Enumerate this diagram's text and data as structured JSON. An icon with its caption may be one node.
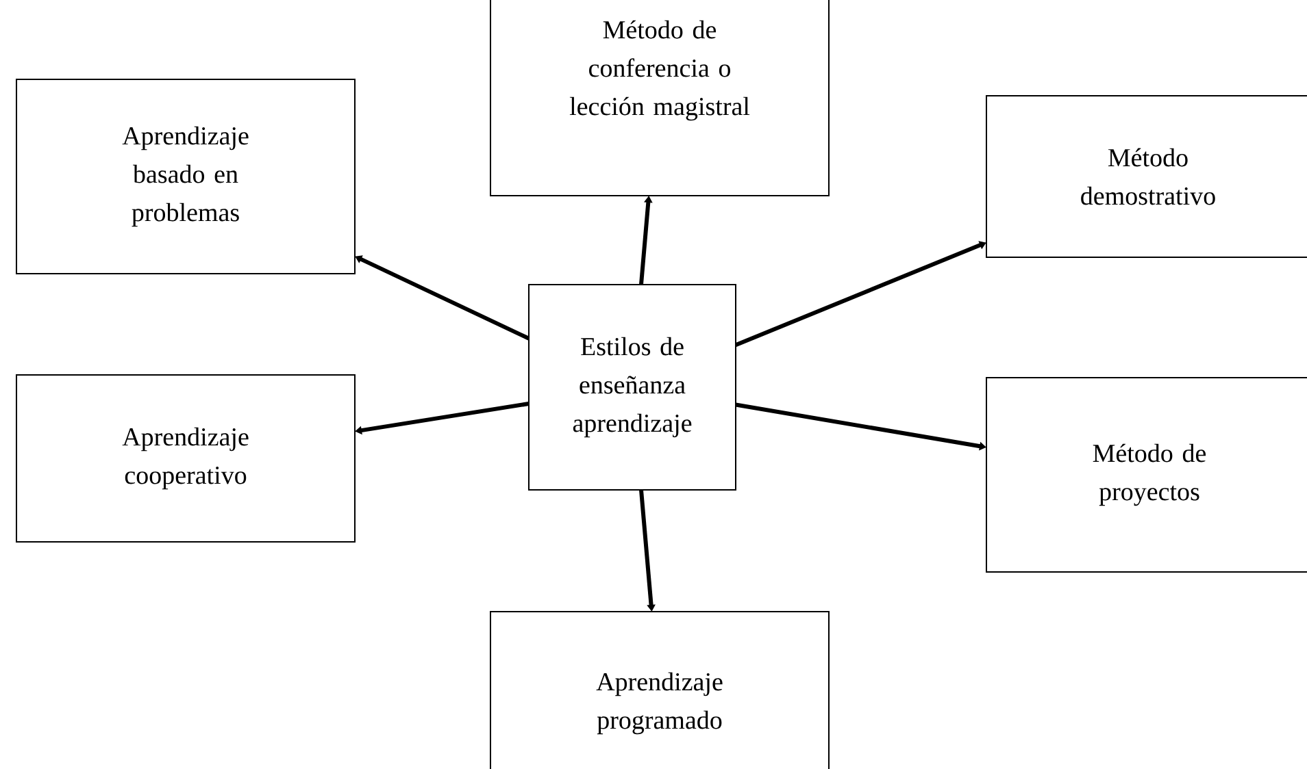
{
  "diagram": {
    "nodes": [
      {
        "text": [
          "Método de conferencia o lección magistral"
        ]
      },
      {
        "text": [
          "Aprendizaje basado en problemas"
        ]
      },
      {
        "text": [
          "Método demostrativo"
        ]
      },
      {
        "text": [
          "Estilos de enseñanza aprendizaje"
        ]
      },
      {
        "text": [
          "Aprendizaje cooperativo"
        ]
      },
      {
        "text": [
          "Método de proyectos"
        ]
      },
      {
        "text": [
          "Aprendizaje programado"
        ]
      }
    ],
    "edges": [
      {
        "from": 3,
        "to": 0,
        "arrow": "to"
      },
      {
        "from": 3,
        "to": 1,
        "arrow": "to"
      },
      {
        "from": 3,
        "to": 2,
        "arrow": "to"
      },
      {
        "from": 3,
        "to": 4,
        "arrow": "to"
      },
      {
        "from": 3,
        "to": 5,
        "arrow": "to"
      },
      {
        "from": 3,
        "to": 6,
        "arrow": "to"
      }
    ]
  }
}
